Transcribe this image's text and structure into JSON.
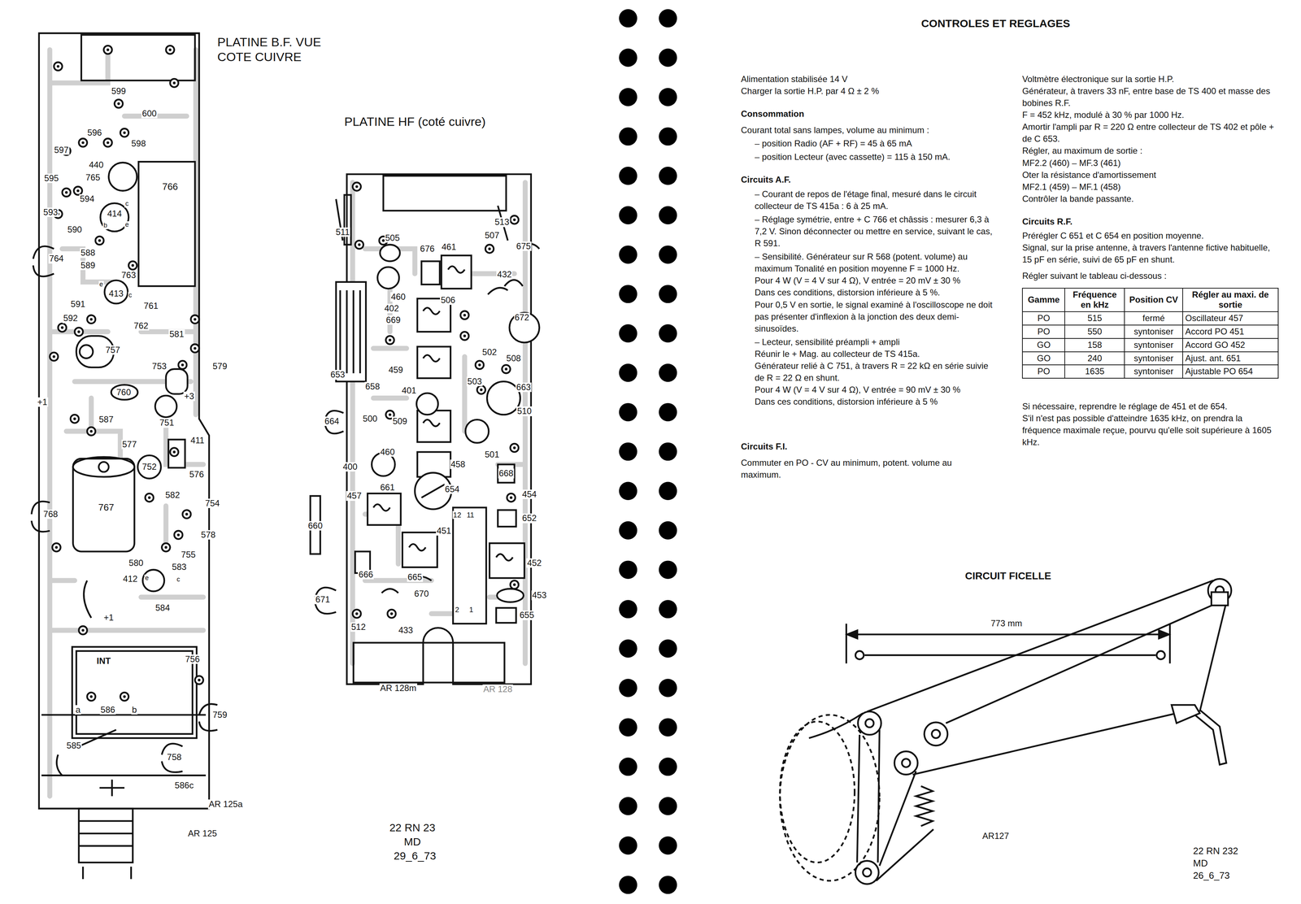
{
  "diagram": {
    "nodes": [
      {
        "text": [
          "PLATINE B.F. VUE COTE CUIVRE"
        ]
      },
      {
        "text": [
          "PLATINE HF (coté cuivre)"
        ]
      }
    ],
    "labels": [
      "599",
      "600",
      "596",
      "598",
      "597",
      "440",
      "765",
      "766",
      "595",
      "594",
      "593",
      "414",
      "c",
      "e",
      "b",
      "590",
      "588",
      "589",
      "764",
      "763",
      "413",
      "e",
      "c",
      "591",
      "761",
      "592",
      "762",
      "581",
      "579",
      "757",
      "753",
      "+1",
      "+3",
      "760",
      "587",
      "751",
      "577",
      "411",
      "752",
      "576",
      "767",
      "582",
      "754",
      "768",
      "578",
      "580",
      "755",
      "583",
      "412",
      "e",
      "c",
      "584",
      "+1",
      "INT",
      "756",
      "a",
      "586",
      "b",
      "759",
      "585",
      "758",
      "586c",
      "AR 125a",
      "AR 125",
      "511",
      "505",
      "676",
      "461",
      "513",
      "507",
      "675",
      "432",
      "460",
      "506",
      "402",
      "669",
      "672",
      "459",
      "502",
      "508",
      "653",
      "658",
      "401",
      "503",
      "663",
      "510",
      "664",
      "500",
      "509",
      "400",
      "460",
      "501",
      "668",
      "661",
      "458",
      "654",
      "457",
      "454",
      "660",
      "652",
      "451",
      "452",
      "666",
      "665",
      "453",
      "671",
      "670",
      "655",
      "512",
      "433",
      "12",
      "11",
      "2",
      "1",
      "AR 128m",
      "AR 128",
      "22 RN 23",
      "MD",
      "29_6_73",
      "CONTROLES ET REGLAGES",
      "Alimentation stabilisée 14 V",
      "Charger la sortie H.P. par 4 Ω ± 2 %",
      "Consommation",
      "Courant total sans lampes, volume au minimum :",
      "– position Radio (AF + RF) = 45 à 65 mA",
      "– position Lecteur (avec cassette) = 115 à 150 mA.",
      "Circuits A.F.",
      "– Courant de repos de l'étage final, mesuré dans le circuit collecteur de TS 415a : 6 à 25 mA.",
      "– Réglage symétrie, entre + C 766 et châssis : mesurer 6,3 à 7,2 V. Sinon déconnecter ou mettre en service, suivant le cas, R 591.",
      "– Sensibilité. Générateur sur R 568 (potent. volume) au maximum Tonalité en position moyenne F = 1000 Hz.",
      "Pour 4 W (V = 4 V sur 4 Ω), V entrée = 20 mV ± 30 %",
      "Dans ces conditions, distorsion inférieure à 5 %.",
      "Pour 0,5 V en sortie, le signal examiné à l'oscilloscope ne doit pas présenter d'inflexion à la jonction des deux demi-sinusoïdes.",
      "– Lecteur, sensibilité préampli + ampli",
      "Réunir le + Mag. au collecteur de TS 415a.",
      "Générateur relié à C 751, à travers R = 22 kΩ en série suivie de R = 22 Ω en shunt.",
      "Pour 4 W (V = 4 V sur 4 Ω), V entrée = 90 mV ± 30 %",
      "Dans ces conditions, distorsion inférieure à 5 %",
      "Circuits F.I.",
      "Commuter en PO - CV au minimum, potent. volume au maximum.",
      "Voltmètre électronique sur la sortie H.P.",
      "Générateur, à travers 33 nF, entre base de TS 400 et masse des bobines R.F.",
      "F = 452 kHz, modulé à 30 % par 1000 Hz.",
      "Amortir l'ampli par R = 220 Ω entre collecteur de TS 402 et pôle + de C 653.",
      "Régler, au maximum de sortie :",
      "MF2.2 (460) – MF.3 (461)",
      "Oter la résistance d'amortissement",
      "MF2.1 (459) – MF.1 (458)",
      "Contrôler la bande passante.",
      "Circuits R.F.",
      "Prérégler C 651 et C 654 en position moyenne.",
      "Signal, sur la prise antenne, à travers l'antenne fictive habituelle, 15 pF en série, suivi de 65 pF en shunt.",
      "Régler suivant le tableau ci-dessous :",
      "Gamme",
      "Fréquence en kHz",
      "Position CV",
      "Régler au maxi. de sortie",
      "PO",
      "515",
      "fermé",
      "Oscillateur 457",
      "PO",
      "550",
      "syntoniser",
      "Accord PO 451",
      "GO",
      "158",
      "syntoniser",
      "Accord GO 452",
      "GO",
      "240",
      "syntoniser",
      "Ajust. ant. 651",
      "PO",
      "1635",
      "syntoniser",
      "Ajustable PO 654",
      "Si nécessaire, reprendre le réglage de 451 et de 654.",
      "S'il n'est pas possible d'atteindre 1635 kHz, on prendra la fréquence maximale reçue, pourvu qu'elle soit supérieure à 1605 kHz.",
      "CIRCUIT FICELLE",
      "773 mm",
      "AR127",
      "22 RN 232",
      "MD",
      "26_6_73"
    ]
  }
}
